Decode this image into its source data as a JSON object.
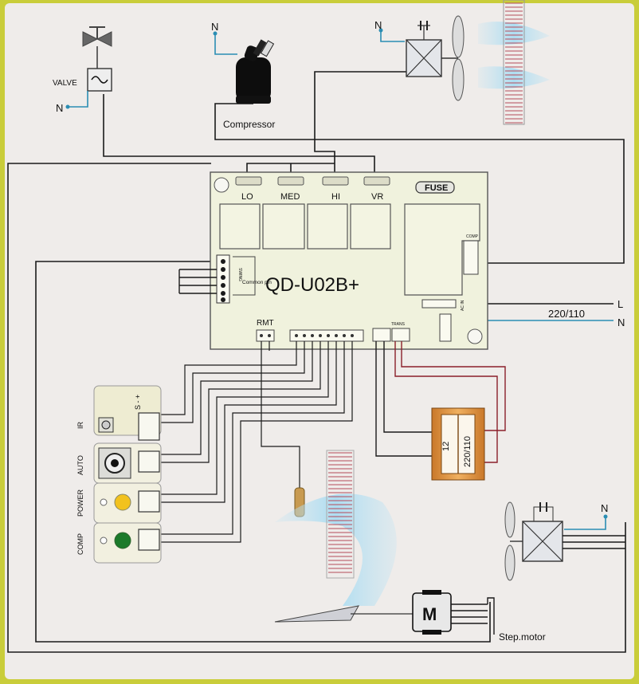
{
  "board": {
    "model": "QD-U02B+",
    "fuse_label": "FUSE",
    "relay_labels": [
      "LO",
      "MED",
      "HI",
      "VR"
    ],
    "swing_label": "SWING",
    "common_pin_label": "Common pin",
    "comp_label": "COMP",
    "ac_in_label": "AC IN",
    "rmt_label": "RMT",
    "trans_label": "TRANS"
  },
  "power": {
    "voltage": "220/110",
    "line_L": "L",
    "line_N": "N"
  },
  "valve": {
    "label": "VALVE",
    "neutral": "N"
  },
  "compressor": {
    "label": "Compressor",
    "neutral": "N"
  },
  "outdoor_fan": {
    "neutral": "N"
  },
  "indoor_fan": {
    "neutral": "N"
  },
  "transformer": {
    "secondary": "12",
    "primary": "220/110"
  },
  "display_panel": {
    "rows": [
      {
        "label": "IR",
        "sublabel": "S  -  +"
      },
      {
        "label": "AUTO"
      },
      {
        "label": "POWER"
      },
      {
        "label": "COMP"
      }
    ],
    "colors": {
      "power_led": "#f2c21d",
      "comp_led": "#1c7a2a"
    }
  },
  "step_motor": {
    "symbol": "M",
    "label": "Step.motor"
  }
}
